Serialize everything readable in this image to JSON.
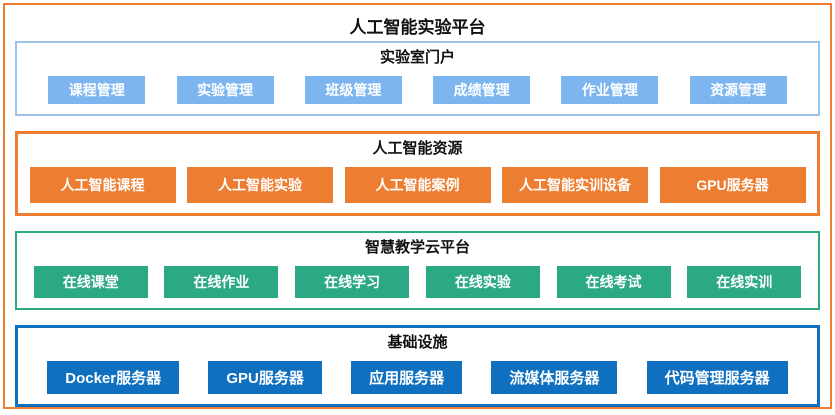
{
  "title": "人工智能实验平台",
  "colors": {
    "outer_border": "#ED7D31",
    "portal_border": "#9DC3E6",
    "portal_button": "#7CB5F0",
    "ai_resources": "#ED7D31",
    "cloud_platform": "#2BA884",
    "infrastructure": "#1070C0",
    "button_text": "#FFFFFF",
    "heading_text": "#111111"
  },
  "sections": [
    {
      "id": "lab-portal",
      "title": "实验室门户",
      "items": [
        "课程管理",
        "实验管理",
        "班级管理",
        "成绩管理",
        "作业管理",
        "资源管理"
      ]
    },
    {
      "id": "ai-resources",
      "title": "人工智能资源",
      "items": [
        "人工智能课程",
        "人工智能实验",
        "人工智能案例",
        "人工智能实训设备",
        "GPU服务器"
      ]
    },
    {
      "id": "smart-teaching-cloud",
      "title": "智慧教学云平台",
      "items": [
        "在线课堂",
        "在线作业",
        "在线学习",
        "在线实验",
        "在线考试",
        "在线实训"
      ]
    },
    {
      "id": "infrastructure",
      "title": "基础设施",
      "items": [
        "Docker服务器",
        "GPU服务器",
        "应用服务器",
        "流媒体服务器",
        "代码管理服务器"
      ]
    }
  ]
}
